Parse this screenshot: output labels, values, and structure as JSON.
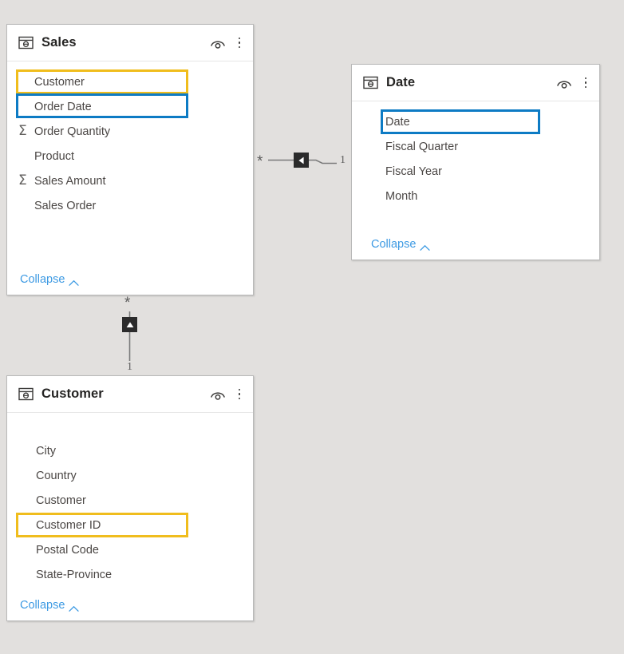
{
  "canvas": {
    "background_color": "#e2e0de",
    "highlight_colors": {
      "blue": "#0d7bc4",
      "gold": "#f0bd1d"
    },
    "link_color": "#3d9ae3"
  },
  "tables": [
    {
      "id": "sales",
      "name": "Sales",
      "icon": "table-icon",
      "hide_icon": "eye-hide-icon",
      "menu_icon": "more-options-icon",
      "collapse_label": "Collapse",
      "collapse_icon": "chevron-up-icon",
      "fields": [
        {
          "name": "Customer",
          "aggregate": false,
          "highlight": "gold"
        },
        {
          "name": "Order Date",
          "aggregate": false,
          "highlight": "blue"
        },
        {
          "name": "Order Quantity",
          "aggregate": true,
          "highlight": ""
        },
        {
          "name": "Product",
          "aggregate": false,
          "highlight": ""
        },
        {
          "name": "Sales Amount",
          "aggregate": true,
          "highlight": ""
        },
        {
          "name": "Sales Order",
          "aggregate": false,
          "highlight": ""
        }
      ]
    },
    {
      "id": "date",
      "name": "Date",
      "icon": "table-icon",
      "hide_icon": "eye-hide-icon",
      "menu_icon": "more-options-icon",
      "collapse_label": "Collapse",
      "collapse_icon": "chevron-up-icon",
      "fields": [
        {
          "name": "Date",
          "aggregate": false,
          "highlight": "blue"
        },
        {
          "name": "Fiscal Quarter",
          "aggregate": false,
          "highlight": ""
        },
        {
          "name": "Fiscal Year",
          "aggregate": false,
          "highlight": ""
        },
        {
          "name": "Month",
          "aggregate": false,
          "highlight": ""
        }
      ]
    },
    {
      "id": "customer",
      "name": "Customer",
      "icon": "table-icon",
      "hide_icon": "eye-hide-icon",
      "menu_icon": "more-options-icon",
      "collapse_label": "Collapse",
      "collapse_icon": "chevron-up-icon",
      "fields": [
        {
          "name": "City",
          "aggregate": false,
          "highlight": ""
        },
        {
          "name": "Country",
          "aggregate": false,
          "highlight": ""
        },
        {
          "name": "Customer",
          "aggregate": false,
          "highlight": ""
        },
        {
          "name": "Customer ID",
          "aggregate": false,
          "highlight": "gold"
        },
        {
          "name": "Postal Code",
          "aggregate": false,
          "highlight": ""
        },
        {
          "name": "State-Province",
          "aggregate": false,
          "highlight": ""
        }
      ]
    }
  ],
  "relationships": [
    {
      "id": "sales-date",
      "from_table": "Sales",
      "to_table": "Date",
      "from_cardinality": "*",
      "to_cardinality": "1",
      "cross_filter_direction": "single",
      "arrow_icon": "arrow-left-icon"
    },
    {
      "id": "sales-customer",
      "from_table": "Sales",
      "to_table": "Customer",
      "from_cardinality": "*",
      "to_cardinality": "1",
      "cross_filter_direction": "single",
      "arrow_icon": "arrow-up-icon"
    }
  ]
}
